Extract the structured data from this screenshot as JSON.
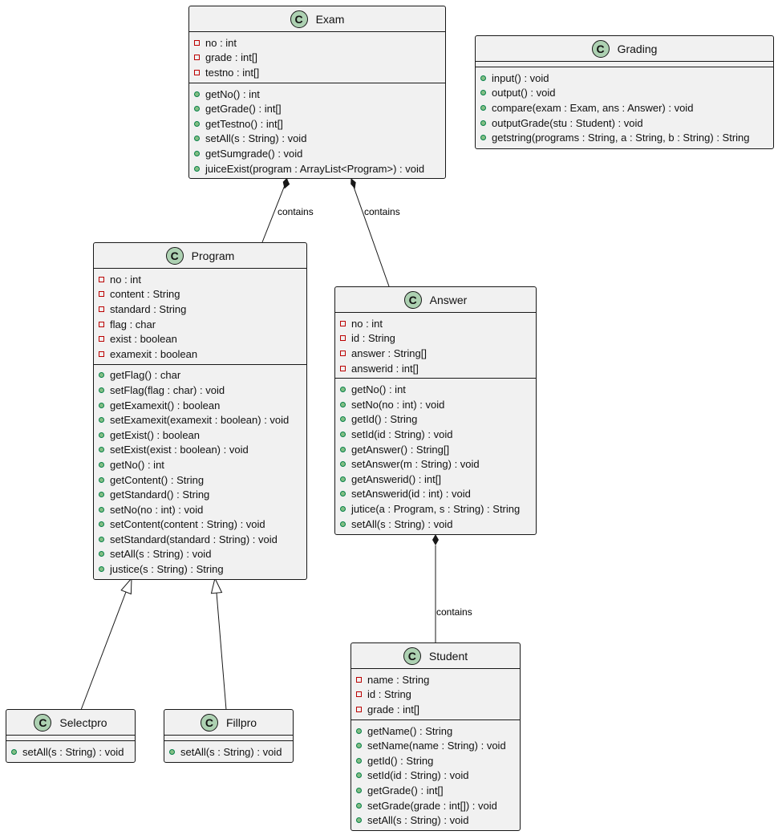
{
  "classes": {
    "exam": {
      "badge": "C",
      "name": "Exam",
      "attributes": [
        "no : int",
        "grade : int[]",
        "testno : int[]"
      ],
      "methods": [
        "getNo() : int",
        "getGrade() : int[]",
        "getTestno() : int[]",
        "setAll(s : String) : void",
        "getSumgrade() : void",
        "juiceExist(program : ArrayList<Program>) : void"
      ]
    },
    "grading": {
      "badge": "C",
      "name": "Grading",
      "attributes": [],
      "methods": [
        "input() : void",
        "output() : void",
        "compare(exam : Exam, ans : Answer) : void",
        "outputGrade(stu : Student) : void",
        "getstring(programs : String, a : String, b : String) : String"
      ]
    },
    "program": {
      "badge": "C",
      "name": "Program",
      "attributes": [
        "no : int",
        "content : String",
        "standard : String",
        "flag : char",
        "exist : boolean",
        "examexit : boolean"
      ],
      "methods": [
        "getFlag() : char",
        "setFlag(flag : char) : void",
        "getExamexit() : boolean",
        "setExamexit(examexit : boolean) : void",
        "getExist() : boolean",
        "setExist(exist : boolean) : void",
        "getNo() : int",
        "getContent() : String",
        "getStandard() : String",
        "setNo(no : int) : void",
        "setContent(content : String) : void",
        "setStandard(standard : String) : void",
        "setAll(s : String) : void",
        "justice(s : String) : String"
      ]
    },
    "answer": {
      "badge": "C",
      "name": "Answer",
      "attributes": [
        "no : int",
        "id : String",
        "answer : String[]",
        "answerid : int[]"
      ],
      "methods": [
        "getNo() : int",
        "setNo(no : int) : void",
        "getId() : String",
        "setId(id : String) : void",
        "getAnswer() : String[]",
        "setAnswer(m : String) : void",
        "getAnswerid() : int[]",
        "setAnswerid(id : int) : void",
        "jutice(a : Program, s : String) : String",
        "setAll(s : String) : void"
      ]
    },
    "selectpro": {
      "badge": "C",
      "name": "Selectpro",
      "attributes": [],
      "methods": [
        "setAll(s : String) : void"
      ]
    },
    "fillpro": {
      "badge": "C",
      "name": "Fillpro",
      "attributes": [],
      "methods": [
        "setAll(s : String) : void"
      ]
    },
    "student": {
      "badge": "C",
      "name": "Student",
      "attributes": [
        "name : String",
        "id : String",
        "grade : int[]"
      ],
      "methods": [
        "getName() : String",
        "setName(name : String) : void",
        "getId() : String",
        "setId(id : String) : void",
        "getGrade() : int[]",
        "setGrade(grade : int[]) : void",
        "setAll(s : String) : void"
      ]
    }
  },
  "relations": [
    {
      "from": "exam",
      "to": "program",
      "type": "composition",
      "label": "contains"
    },
    {
      "from": "exam",
      "to": "answer",
      "type": "composition",
      "label": "contains"
    },
    {
      "from": "answer",
      "to": "student",
      "type": "composition",
      "label": "contains"
    },
    {
      "from": "selectpro",
      "to": "program",
      "type": "inheritance",
      "label": ""
    },
    {
      "from": "fillpro",
      "to": "program",
      "type": "inheritance",
      "label": ""
    }
  ]
}
